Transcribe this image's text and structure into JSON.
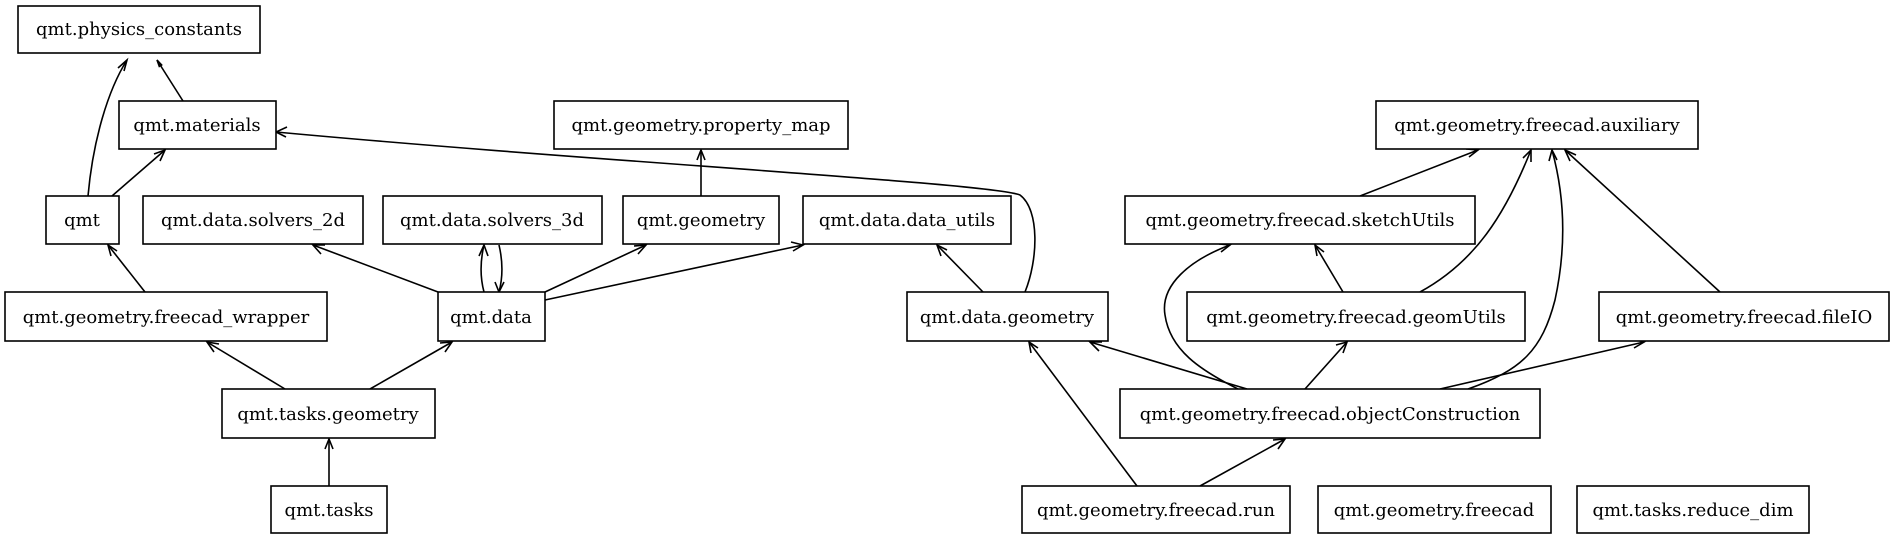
{
  "nodes": [
    {
      "id": "physics_constants",
      "label": "qmt.physics_constants"
    },
    {
      "id": "materials",
      "label": "qmt.materials"
    },
    {
      "id": "property_map",
      "label": "qmt.geometry.property_map"
    },
    {
      "id": "freecad_auxiliary",
      "label": "qmt.geometry.freecad.auxiliary"
    },
    {
      "id": "qmt",
      "label": "qmt"
    },
    {
      "id": "solvers_2d",
      "label": "qmt.data.solvers_2d"
    },
    {
      "id": "solvers_3d",
      "label": "qmt.data.solvers_3d"
    },
    {
      "id": "geometry",
      "label": "qmt.geometry"
    },
    {
      "id": "data_utils",
      "label": "qmt.data.data_utils"
    },
    {
      "id": "sketchUtils",
      "label": "qmt.geometry.freecad.sketchUtils"
    },
    {
      "id": "freecad_wrapper",
      "label": "qmt.geometry.freecad_wrapper"
    },
    {
      "id": "data",
      "label": "qmt.data"
    },
    {
      "id": "data_geometry",
      "label": "qmt.data.geometry"
    },
    {
      "id": "geomUtils",
      "label": "qmt.geometry.freecad.geomUtils"
    },
    {
      "id": "fileIO",
      "label": "qmt.geometry.freecad.fileIO"
    },
    {
      "id": "tasks_geometry",
      "label": "qmt.tasks.geometry"
    },
    {
      "id": "objectConstruction",
      "label": "qmt.geometry.freecad.objectConstruction"
    },
    {
      "id": "tasks",
      "label": "qmt.tasks"
    },
    {
      "id": "freecad_run",
      "label": "qmt.geometry.freecad.run"
    },
    {
      "id": "freecad",
      "label": "qmt.geometry.freecad"
    },
    {
      "id": "reduce_dim",
      "label": "qmt.tasks.reduce_dim"
    }
  ],
  "edges": [
    {
      "from": "materials",
      "to": "physics_constants"
    },
    {
      "from": "qmt",
      "to": "physics_constants"
    },
    {
      "from": "qmt",
      "to": "materials"
    },
    {
      "from": "data_geometry",
      "to": "materials"
    },
    {
      "from": "geometry",
      "to": "property_map"
    },
    {
      "from": "sketchUtils",
      "to": "freecad_auxiliary"
    },
    {
      "from": "geomUtils",
      "to": "freecad_auxiliary"
    },
    {
      "from": "objectConstruction",
      "to": "freecad_auxiliary"
    },
    {
      "from": "fileIO",
      "to": "freecad_auxiliary"
    },
    {
      "from": "freecad_wrapper",
      "to": "qmt"
    },
    {
      "from": "data",
      "to": "solvers_2d"
    },
    {
      "from": "data",
      "to": "solvers_3d"
    },
    {
      "from": "solvers_3d",
      "to": "data"
    },
    {
      "from": "data",
      "to": "geometry"
    },
    {
      "from": "data",
      "to": "data_utils"
    },
    {
      "from": "data_geometry",
      "to": "data_utils"
    },
    {
      "from": "geomUtils",
      "to": "sketchUtils"
    },
    {
      "from": "objectConstruction",
      "to": "sketchUtils"
    },
    {
      "from": "tasks_geometry",
      "to": "freecad_wrapper"
    },
    {
      "from": "tasks_geometry",
      "to": "data"
    },
    {
      "from": "objectConstruction",
      "to": "data_geometry"
    },
    {
      "from": "freecad_run",
      "to": "data_geometry"
    },
    {
      "from": "objectConstruction",
      "to": "geomUtils"
    },
    {
      "from": "objectConstruction",
      "to": "fileIO"
    },
    {
      "from": "tasks",
      "to": "tasks_geometry"
    },
    {
      "from": "freecad_run",
      "to": "objectConstruction"
    }
  ]
}
